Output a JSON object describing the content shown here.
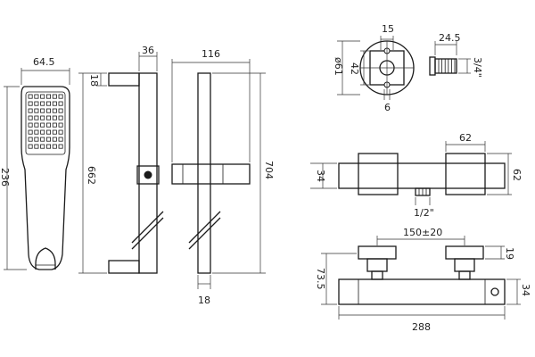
{
  "colors": {
    "line": "#1a1a1a",
    "background": "#ffffff"
  },
  "dimensions": {
    "handset_width": "64.5",
    "handset_length": "236",
    "rail_depth": "36",
    "bracket_height": "18",
    "rail_height": "662",
    "rail_width": "116",
    "overall_height": "704",
    "rail_bottom": "18",
    "wall_plate_spigot": "15",
    "wall_plate_dia": "ø61",
    "wall_plate_inner": "42",
    "wall_plate_screw": "6",
    "outlet_length": "24.5",
    "outlet_thread": "3/4\"",
    "valve_end_width": "62",
    "valve_body_depth": "34",
    "valve_end_height": "62",
    "valve_outlet_thread": "1/2\"",
    "valve_centres": "150±20",
    "valve_inlet": "19",
    "valve_front_height": "73.5",
    "valve_front_depth": "34",
    "valve_length": "288"
  }
}
